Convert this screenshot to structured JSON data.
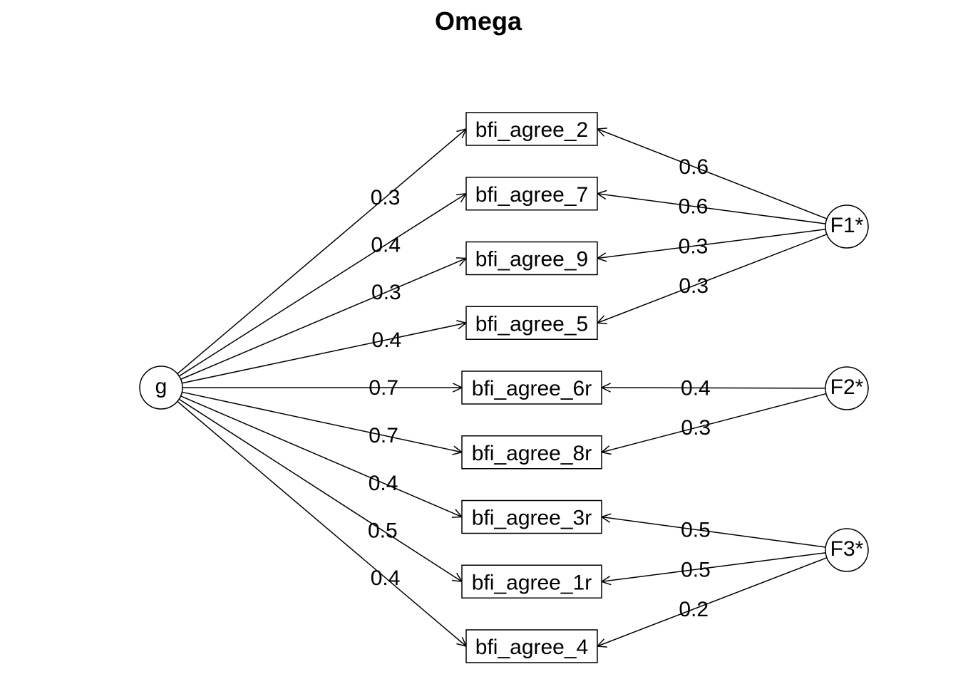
{
  "title": "Omega",
  "general_factor": {
    "id": "g",
    "label": "g"
  },
  "group_factors": [
    {
      "id": "F1",
      "label": "F1*"
    },
    {
      "id": "F2",
      "label": "F2*"
    },
    {
      "id": "F3",
      "label": "F3*"
    }
  ],
  "items": [
    {
      "id": "bfi_agree_2",
      "label": "bfi_agree_2"
    },
    {
      "id": "bfi_agree_7",
      "label": "bfi_agree_7"
    },
    {
      "id": "bfi_agree_9",
      "label": "bfi_agree_9"
    },
    {
      "id": "bfi_agree_5",
      "label": "bfi_agree_5"
    },
    {
      "id": "bfi_agree_6r",
      "label": "bfi_agree_6r"
    },
    {
      "id": "bfi_agree_8r",
      "label": "bfi_agree_8r"
    },
    {
      "id": "bfi_agree_3r",
      "label": "bfi_agree_3r"
    },
    {
      "id": "bfi_agree_1r",
      "label": "bfi_agree_1r"
    },
    {
      "id": "bfi_agree_4",
      "label": "bfi_agree_4"
    }
  ],
  "general_loadings": [
    {
      "item": "bfi_agree_2",
      "value": "0.3"
    },
    {
      "item": "bfi_agree_7",
      "value": "0.4"
    },
    {
      "item": "bfi_agree_9",
      "value": "0.3"
    },
    {
      "item": "bfi_agree_5",
      "value": "0.4"
    },
    {
      "item": "bfi_agree_6r",
      "value": "0.7"
    },
    {
      "item": "bfi_agree_8r",
      "value": "0.7"
    },
    {
      "item": "bfi_agree_3r",
      "value": "0.4"
    },
    {
      "item": "bfi_agree_1r",
      "value": "0.5"
    },
    {
      "item": "bfi_agree_4",
      "value": "0.4"
    }
  ],
  "group_loadings": [
    {
      "factor": "F1",
      "item": "bfi_agree_2",
      "value": "0.6"
    },
    {
      "factor": "F1",
      "item": "bfi_agree_7",
      "value": "0.6"
    },
    {
      "factor": "F1",
      "item": "bfi_agree_9",
      "value": "0.3"
    },
    {
      "factor": "F1",
      "item": "bfi_agree_5",
      "value": "0.3"
    },
    {
      "factor": "F2",
      "item": "bfi_agree_6r",
      "value": "0.4"
    },
    {
      "factor": "F2",
      "item": "bfi_agree_8r",
      "value": "0.3"
    },
    {
      "factor": "F3",
      "item": "bfi_agree_3r",
      "value": "0.5"
    },
    {
      "factor": "F3",
      "item": "bfi_agree_1r",
      "value": "0.5"
    },
    {
      "factor": "F3",
      "item": "bfi_agree_4",
      "value": "0.2"
    }
  ]
}
